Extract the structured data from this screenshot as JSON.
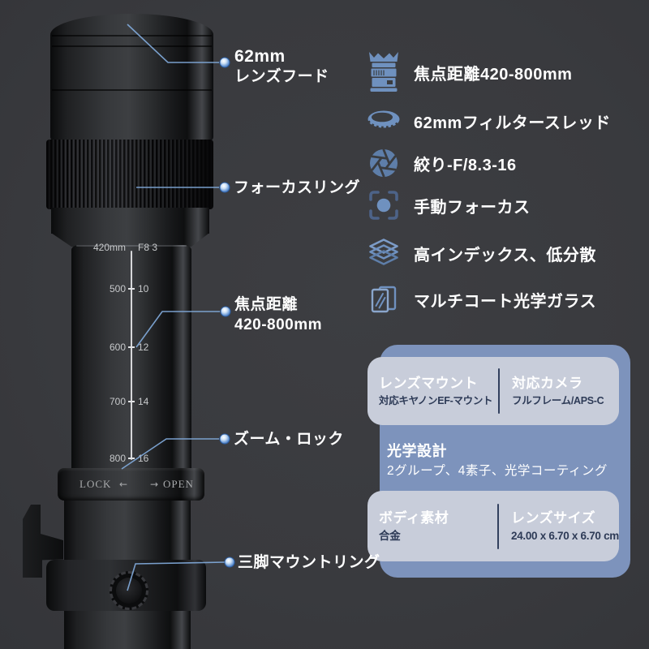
{
  "colors": {
    "background": "#3a3c40",
    "accent_blue": "#6f91bf",
    "table_blue": "#7d93bc",
    "card": "#c8cdda",
    "navy": "#2e3b57"
  },
  "callouts": [
    {
      "title": "62mm",
      "subtitle": "レンズフード"
    },
    {
      "title": "フォーカスリング"
    },
    {
      "title": "焦点距離",
      "subtitle": "420-800mm"
    },
    {
      "title": "ズーム・ロック"
    },
    {
      "title": "三脚マウントリング"
    }
  ],
  "features": [
    {
      "icon": "lens-icon",
      "label": "焦点距離420-800mm"
    },
    {
      "icon": "filter-icon",
      "label": "62mmフィルタースレッド"
    },
    {
      "icon": "aperture-icon",
      "label": "絞り-F/8.3-16"
    },
    {
      "icon": "focus-icon",
      "label": "手動フォーカス"
    },
    {
      "icon": "layers-icon",
      "label": "高インデックス、低分散"
    },
    {
      "icon": "glass-icon",
      "label": "マルチコート光学ガラス"
    }
  ],
  "lens": {
    "scale_rows": [
      {
        "focal": "420mm",
        "aperture": "F8 3"
      },
      {
        "focal": "500",
        "aperture": "10"
      },
      {
        "focal": "600",
        "aperture": "12"
      },
      {
        "focal": "700",
        "aperture": "14"
      },
      {
        "focal": "800",
        "aperture": "16"
      }
    ],
    "lock_label": "LOCK",
    "open_label": "OPEN",
    "arrow_left": "←",
    "arrow_right": "→"
  },
  "specs": {
    "lens_mount": {
      "header": "レンズマウント",
      "value": "対応キヤノンEF-マウント"
    },
    "camera": {
      "header": "対応カメラ",
      "value": "フルフレーム/APS-C"
    },
    "optical": {
      "header": "光学設計",
      "value": "2グループ、4素子、光学コーティング"
    },
    "body": {
      "header": "ボディ素材",
      "value": "合金"
    },
    "size": {
      "header": "レンズサイズ",
      "value": "24.00 x 6.70 x 6.70 cm"
    }
  }
}
